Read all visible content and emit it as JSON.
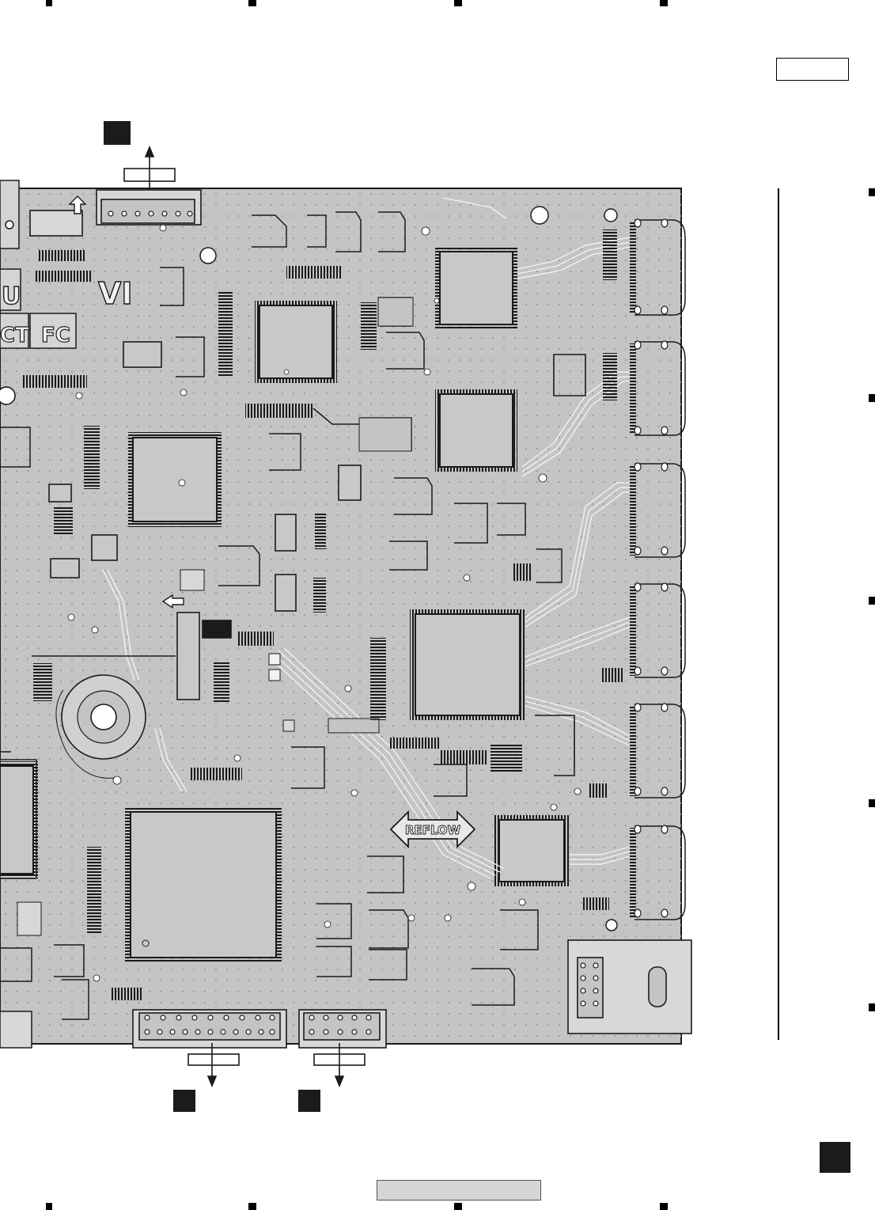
{
  "board": {
    "silkscreen": {
      "reflow_label": "REFLOW",
      "vi_label": "VI",
      "ct_label": "CT",
      "fc_label": "FC",
      "u_label": "U"
    }
  },
  "icons": {
    "reflow_arrow": "double-arrow-icon",
    "connector_arrow": "arrow-icon",
    "pointer_arrow": "pointer-arrow-icon"
  },
  "colors": {
    "board_fill": "#c4c4c4",
    "ink": "#1b1b1b",
    "trace": "#f2f2f2"
  }
}
